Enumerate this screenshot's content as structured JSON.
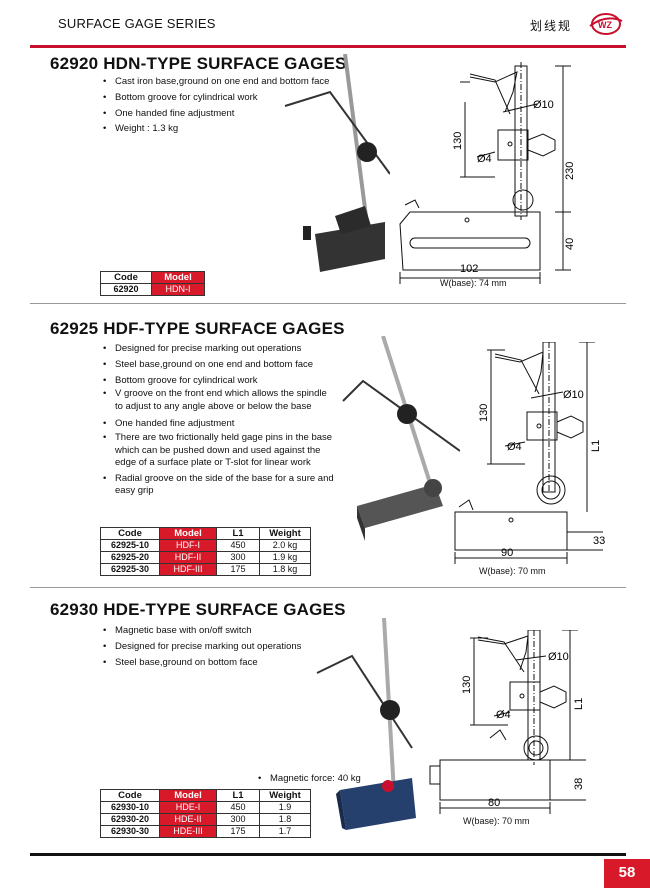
{
  "header": {
    "series": "SURFACE GAGE SERIES",
    "brand_cn": "划线规",
    "logo_text": "WZ"
  },
  "sections": [
    {
      "title": "62920 HDN-TYPE SURFACE GAGES",
      "features": [
        "Cast iron base,ground on one end and bottom face",
        "Bottom groove for cylindrical work",
        "One handed fine adjustment",
        "Weight : 1.3 kg"
      ],
      "table": {
        "headers": [
          "Code",
          "Model"
        ],
        "rows": [
          [
            "62920",
            "HDN-I"
          ]
        ]
      },
      "dims": {
        "d10": "Ø10",
        "d4": "Ø4",
        "h130": "130",
        "h230": "230",
        "h40": "40",
        "w102": "102"
      },
      "base_width": "W(base): 74 mm"
    },
    {
      "title": "62925 HDF-TYPE SURFACE GAGES",
      "features": [
        "Designed for precise marking out operations",
        "Steel base,ground on one end and bottom face",
        "Bottom groove for cylindrical work",
        "V groove on the front end which allows the spindle to adjust to any angle above or below the base",
        "One handed fine adjustment",
        "There are two frictionally held gage pins in the base which can be pushed down and used against the edge of a surface plate or T-slot for linear work",
        "Radial groove on the side of the base for a sure and easy grip"
      ],
      "table": {
        "headers": [
          "Code",
          "Model",
          "L1",
          "Weight"
        ],
        "rows": [
          [
            "62925-10",
            "HDF-I",
            "450",
            "2.0 kg"
          ],
          [
            "62925-20",
            "HDF-II",
            "300",
            "1.9 kg"
          ],
          [
            "62925-30",
            "HDF-III",
            "175",
            "1.8 kg"
          ]
        ]
      },
      "dims": {
        "d10": "Ø10",
        "d4": "Ø4",
        "h130": "130",
        "l1": "L1",
        "h33": "33",
        "w90": "90"
      },
      "base_width": "W(base): 70 mm"
    },
    {
      "title": "62930 HDE-TYPE SURFACE GAGES",
      "features": [
        "Magnetic base with on/off switch",
        "Designed for precise marking out operations",
        "Steel base,ground on bottom face"
      ],
      "magnetic_force": "Magnetic force: 40 kg",
      "table": {
        "headers": [
          "Code",
          "Model",
          "L1",
          "Weight"
        ],
        "rows": [
          [
            "62930-10",
            "HDE-I",
            "450",
            "1.9"
          ],
          [
            "62930-20",
            "HDE-II",
            "300",
            "1.8"
          ],
          [
            "62930-30",
            "HDE-III",
            "175",
            "1.7"
          ]
        ]
      },
      "dims": {
        "d10": "Ø10",
        "d4": "Ø4",
        "h130": "130",
        "l1": "L1",
        "h38": "38",
        "w80": "80"
      },
      "base_width": "W(base): 70 mm"
    }
  ],
  "page_number": "58",
  "colors": {
    "accent": "#d7192a",
    "rule": "#c8102e"
  }
}
